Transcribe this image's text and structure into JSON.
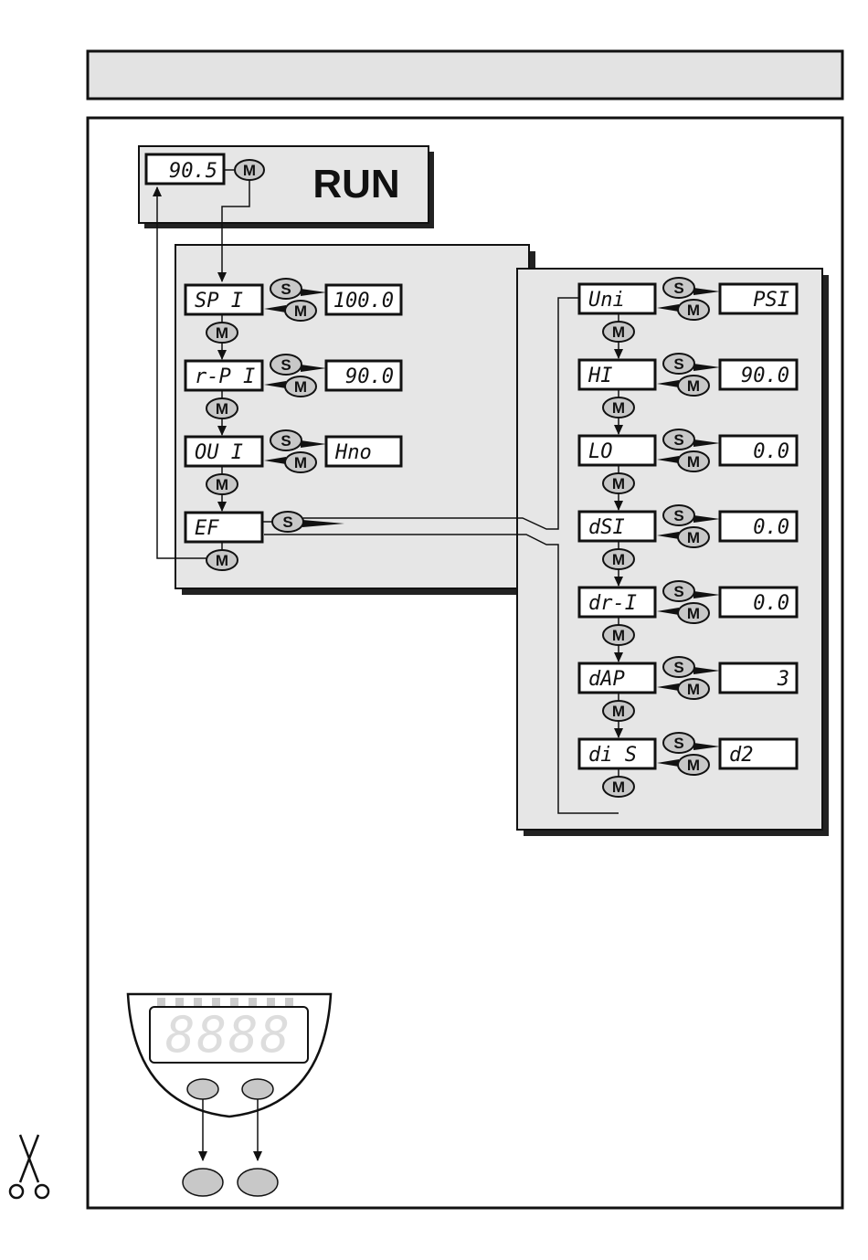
{
  "header_bar": {
    "text": ""
  },
  "run": {
    "display": "90.5",
    "label": "RUN",
    "button": "M"
  },
  "buttons": {
    "mode": "M",
    "set": "S"
  },
  "left_menu": [
    {
      "name": "SP1",
      "display": "SP I",
      "value": "100.0"
    },
    {
      "name": "rP1",
      "display": "r-P I",
      "value": "90.0"
    },
    {
      "name": "OU1",
      "display": "OU I",
      "value": "Hno"
    },
    {
      "name": "EF",
      "display": "EF"
    }
  ],
  "right_menu": [
    {
      "name": "Uni",
      "display": "Uni",
      "value": "PSI"
    },
    {
      "name": "HI",
      "display": "HI",
      "value": "90.0"
    },
    {
      "name": "LO",
      "display": "LO",
      "value": "0.0"
    },
    {
      "name": "dSI",
      "display": "dSI",
      "value": "0.0"
    },
    {
      "name": "dr1",
      "display": "dr-I",
      "value": "0.0"
    },
    {
      "name": "dAP",
      "display": "dAP",
      "value": "3"
    },
    {
      "name": "diS",
      "display": "di S",
      "value": "d2"
    }
  ],
  "device": {
    "display": "8888"
  },
  "icons": [
    "scissors-icon"
  ]
}
